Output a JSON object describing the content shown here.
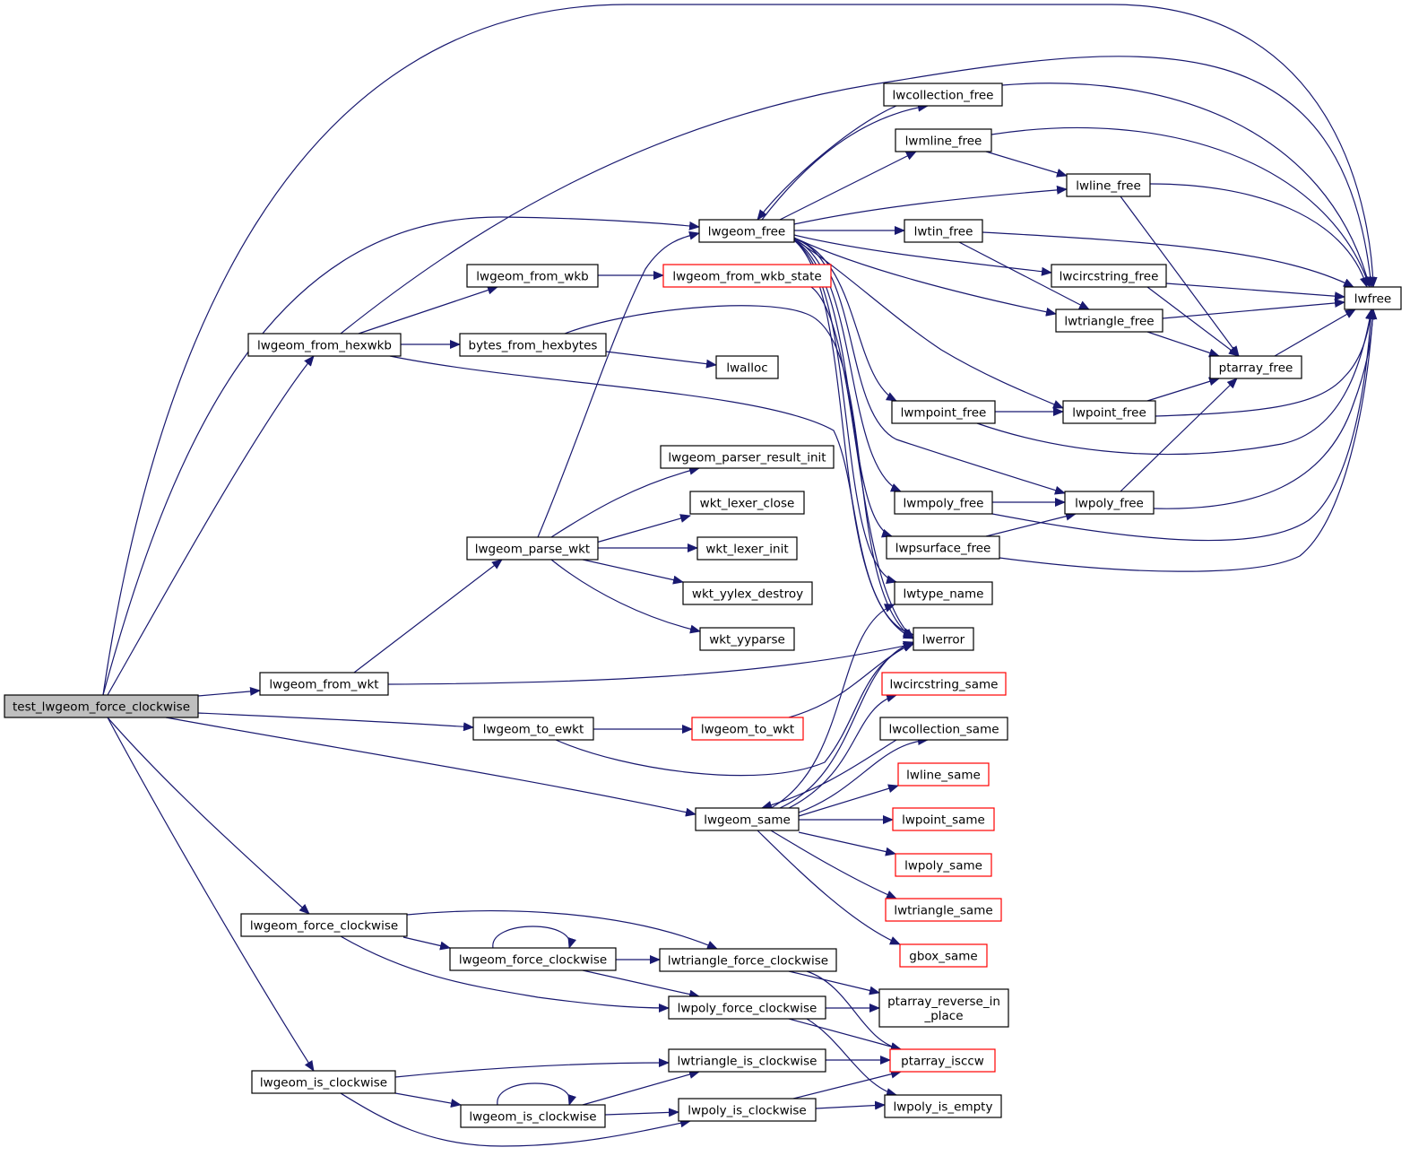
{
  "colors": {
    "edge": "#191970",
    "node_border": "#000000",
    "node_border_truncated": "#ff0000",
    "node_fill": "#ffffff",
    "root_fill": "#bfbfbf"
  },
  "nodes": {
    "test": {
      "label": "test_lwgeom_force_clockwise",
      "root": true
    },
    "from_hexwkb": {
      "label": "lwgeom_from_hexwkb"
    },
    "from_wkt": {
      "label": "lwgeom_from_wkt"
    },
    "to_ewkt": {
      "label": "lwgeom_to_ewkt"
    },
    "lwgeom_same": {
      "label": "lwgeom_same"
    },
    "force_cw_outer": {
      "label": "lwgeom_force_clockwise"
    },
    "is_cw_outer": {
      "label": "lwgeom_is_clockwise"
    },
    "from_wkb": {
      "label": "lwgeom_from_wkb"
    },
    "bytes_from_hexbytes": {
      "label": "bytes_from_hexbytes"
    },
    "parse_wkt": {
      "label": "lwgeom_parse_wkt"
    },
    "force_cw_inner": {
      "label": "lwgeom_force_clockwise"
    },
    "is_cw_inner": {
      "label": "lwgeom_is_clockwise"
    },
    "lwgeom_free": {
      "label": "lwgeom_free"
    },
    "from_wkb_state": {
      "label": "lwgeom_from_wkb_state",
      "truncated": true
    },
    "lwalloc": {
      "label": "lwalloc"
    },
    "parser_result_init": {
      "label": "lwgeom_parser_result_init"
    },
    "wkt_lexer_close": {
      "label": "wkt_lexer_close"
    },
    "wkt_lexer_init": {
      "label": "wkt_lexer_init"
    },
    "wkt_yylex_destroy": {
      "label": "wkt_yylex_destroy"
    },
    "wkt_yyparse": {
      "label": "wkt_yyparse"
    },
    "to_wkt": {
      "label": "lwgeom_to_wkt",
      "truncated": true
    },
    "lwtriangle_force_cw": {
      "label": "lwtriangle_force_clockwise"
    },
    "lwpoly_force_cw": {
      "label": "lwpoly_force_clockwise"
    },
    "lwtriangle_is_cw": {
      "label": "lwtriangle_is_clockwise"
    },
    "lwpoly_is_cw": {
      "label": "lwpoly_is_clockwise"
    },
    "lwcollection_free": {
      "label": "lwcollection_free"
    },
    "lwmline_free": {
      "label": "lwmline_free"
    },
    "lwtin_free": {
      "label": "lwtin_free"
    },
    "lwmpoint_free": {
      "label": "lwmpoint_free"
    },
    "lwmpoly_free": {
      "label": "lwmpoly_free"
    },
    "lwpsurface_free": {
      "label": "lwpsurface_free"
    },
    "lwtype_name": {
      "label": "lwtype_name"
    },
    "lwerror": {
      "label": "lwerror"
    },
    "lwcircstring_same": {
      "label": "lwcircstring_same",
      "truncated": true
    },
    "lwcollection_same": {
      "label": "lwcollection_same"
    },
    "lwline_same": {
      "label": "lwline_same",
      "truncated": true
    },
    "lwpoint_same": {
      "label": "lwpoint_same",
      "truncated": true
    },
    "lwpoly_same": {
      "label": "lwpoly_same",
      "truncated": true
    },
    "lwtriangle_same": {
      "label": "lwtriangle_same",
      "truncated": true
    },
    "gbox_same": {
      "label": "gbox_same",
      "truncated": true
    },
    "ptarray_reverse": {
      "label_lines": [
        "ptarray_reverse_in",
        "_place"
      ]
    },
    "ptarray_isccw": {
      "label": "ptarray_isccw",
      "truncated": true
    },
    "lwpoly_is_empty": {
      "label": "lwpoly_is_empty"
    },
    "lwline_free": {
      "label": "lwline_free"
    },
    "lwcircstring_free": {
      "label": "lwcircstring_free"
    },
    "lwtriangle_free": {
      "label": "lwtriangle_free"
    },
    "lwpoint_free": {
      "label": "lwpoint_free"
    },
    "lwpoly_free": {
      "label": "lwpoly_free"
    },
    "ptarray_free": {
      "label": "ptarray_free"
    },
    "lwfree": {
      "label": "lwfree"
    }
  },
  "edges": [
    [
      "test",
      "from_hexwkb"
    ],
    [
      "test",
      "from_wkt"
    ],
    [
      "test",
      "to_ewkt"
    ],
    [
      "test",
      "lwgeom_same"
    ],
    [
      "test",
      "force_cw_outer"
    ],
    [
      "test",
      "is_cw_outer"
    ],
    [
      "test",
      "lwgeom_free"
    ],
    [
      "test",
      "lwfree"
    ],
    [
      "from_hexwkb",
      "from_wkb"
    ],
    [
      "from_hexwkb",
      "bytes_from_hexbytes"
    ],
    [
      "from_hexwkb",
      "lwfree"
    ],
    [
      "from_hexwkb",
      "lwerror"
    ],
    [
      "from_wkb",
      "from_wkb_state"
    ],
    [
      "bytes_from_hexbytes",
      "lwalloc"
    ],
    [
      "bytes_from_hexbytes",
      "lwerror"
    ],
    [
      "from_wkt",
      "parse_wkt"
    ],
    [
      "from_wkt",
      "lwerror"
    ],
    [
      "parse_wkt",
      "lwgeom_free"
    ],
    [
      "parse_wkt",
      "parser_result_init"
    ],
    [
      "parse_wkt",
      "wkt_lexer_close"
    ],
    [
      "parse_wkt",
      "wkt_lexer_init"
    ],
    [
      "parse_wkt",
      "wkt_yylex_destroy"
    ],
    [
      "parse_wkt",
      "wkt_yyparse"
    ],
    [
      "from_wkb_state",
      "lwerror"
    ],
    [
      "to_ewkt",
      "to_wkt"
    ],
    [
      "to_ewkt",
      "lwerror"
    ],
    [
      "to_wkt",
      "lwerror"
    ],
    [
      "lwgeom_same",
      "lwtype_name"
    ],
    [
      "lwgeom_same",
      "lwerror"
    ],
    [
      "lwgeom_same",
      "lwcircstring_same"
    ],
    [
      "lwgeom_same",
      "lwcollection_same"
    ],
    [
      "lwgeom_same",
      "lwline_same"
    ],
    [
      "lwgeom_same",
      "lwpoint_same"
    ],
    [
      "lwgeom_same",
      "lwpoly_same"
    ],
    [
      "lwgeom_same",
      "lwtriangle_same"
    ],
    [
      "lwgeom_same",
      "gbox_same"
    ],
    [
      "lwcollection_same",
      "lwgeom_same"
    ],
    [
      "force_cw_outer",
      "force_cw_inner"
    ],
    [
      "force_cw_outer",
      "lwtriangle_force_cw"
    ],
    [
      "force_cw_outer",
      "lwpoly_force_cw"
    ],
    [
      "force_cw_inner",
      "force_cw_inner"
    ],
    [
      "force_cw_inner",
      "lwtriangle_force_cw"
    ],
    [
      "force_cw_inner",
      "lwpoly_force_cw"
    ],
    [
      "lwtriangle_force_cw",
      "ptarray_reverse"
    ],
    [
      "lwtriangle_force_cw",
      "ptarray_isccw"
    ],
    [
      "lwpoly_force_cw",
      "ptarray_reverse"
    ],
    [
      "lwpoly_force_cw",
      "ptarray_isccw"
    ],
    [
      "lwpoly_force_cw",
      "lwpoly_is_empty"
    ],
    [
      "is_cw_outer",
      "is_cw_inner"
    ],
    [
      "is_cw_outer",
      "lwtriangle_is_cw"
    ],
    [
      "is_cw_outer",
      "lwpoly_is_cw"
    ],
    [
      "is_cw_inner",
      "is_cw_inner"
    ],
    [
      "is_cw_inner",
      "lwtriangle_is_cw"
    ],
    [
      "is_cw_inner",
      "lwpoly_is_cw"
    ],
    [
      "lwtriangle_is_cw",
      "ptarray_isccw"
    ],
    [
      "lwpoly_is_cw",
      "ptarray_isccw"
    ],
    [
      "lwpoly_is_cw",
      "lwpoly_is_empty"
    ],
    [
      "lwgeom_free",
      "lwcollection_free"
    ],
    [
      "lwgeom_free",
      "lwmline_free"
    ],
    [
      "lwgeom_free",
      "lwline_free"
    ],
    [
      "lwgeom_free",
      "lwtin_free"
    ],
    [
      "lwgeom_free",
      "lwcircstring_free"
    ],
    [
      "lwgeom_free",
      "lwtriangle_free"
    ],
    [
      "lwgeom_free",
      "lwpoint_free"
    ],
    [
      "lwgeom_free",
      "lwmpoint_free"
    ],
    [
      "lwgeom_free",
      "lwpoly_free"
    ],
    [
      "lwgeom_free",
      "lwmpoly_free"
    ],
    [
      "lwgeom_free",
      "lwpsurface_free"
    ],
    [
      "lwgeom_free",
      "lwtype_name"
    ],
    [
      "lwgeom_free",
      "lwerror"
    ],
    [
      "lwcollection_free",
      "lwgeom_free"
    ],
    [
      "lwcollection_free",
      "lwfree"
    ],
    [
      "lwmline_free",
      "lwline_free"
    ],
    [
      "lwmline_free",
      "lwfree"
    ],
    [
      "lwline_free",
      "ptarray_free"
    ],
    [
      "lwline_free",
      "lwfree"
    ],
    [
      "lwtin_free",
      "lwtriangle_free"
    ],
    [
      "lwtin_free",
      "lwfree"
    ],
    [
      "lwcircstring_free",
      "ptarray_free"
    ],
    [
      "lwcircstring_free",
      "lwfree"
    ],
    [
      "lwtriangle_free",
      "ptarray_free"
    ],
    [
      "lwtriangle_free",
      "lwfree"
    ],
    [
      "lwmpoint_free",
      "lwpoint_free"
    ],
    [
      "lwmpoint_free",
      "lwfree"
    ],
    [
      "lwpoint_free",
      "ptarray_free"
    ],
    [
      "lwpoint_free",
      "lwfree"
    ],
    [
      "lwmpoly_free",
      "lwpoly_free"
    ],
    [
      "lwmpoly_free",
      "lwfree"
    ],
    [
      "lwpsurface_free",
      "lwpoly_free"
    ],
    [
      "lwpsurface_free",
      "lwfree"
    ],
    [
      "lwpoly_free",
      "ptarray_free"
    ],
    [
      "lwpoly_free",
      "lwfree"
    ],
    [
      "ptarray_free",
      "lwfree"
    ]
  ]
}
